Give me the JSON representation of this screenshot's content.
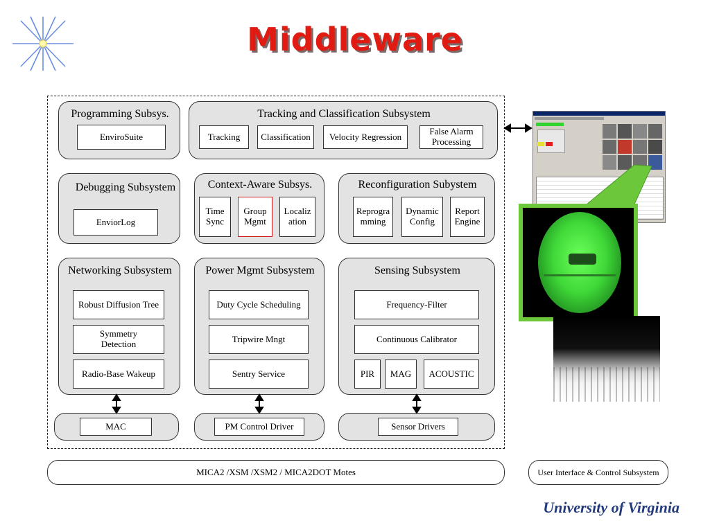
{
  "title": "Middleware",
  "programming": {
    "title": "Programming Subsys.",
    "items": [
      "EnviroSuite"
    ]
  },
  "tracking": {
    "title": "Tracking and Classification Subsystem",
    "items": [
      "Tracking",
      "Classification",
      "Velocity Regression",
      "False Alarm\nProcessing"
    ]
  },
  "debugging": {
    "title": "Debugging Subsystem",
    "items": [
      "EnviorLog"
    ]
  },
  "context": {
    "title": "Context-Aware Subsys.",
    "items": [
      "Time\nSync",
      "Group\nMgmt",
      "Localiz\nation"
    ]
  },
  "reconfig": {
    "title": "Reconfiguration Subystem",
    "items": [
      "Reprogra\nmming",
      "Dynamic\nConfig",
      "Report\nEngine"
    ]
  },
  "networking": {
    "title": "Networking Subsystem",
    "items": [
      "Robust Diffusion Tree",
      "Symmetry\nDetection",
      "Radio-Base Wakeup"
    ]
  },
  "power": {
    "title": "Power Mgmt Subsystem",
    "items": [
      "Duty Cycle Scheduling",
      "Tripwire Mngt",
      "Sentry Service"
    ]
  },
  "sensing": {
    "title": "Sensing Subsystem",
    "items": [
      "Frequency-Filter",
      "Continuous Calibrator",
      "PIR",
      "MAG",
      "ACOUSTIC"
    ]
  },
  "drivers": [
    "MAC",
    "PM Control Driver",
    "Sensor Drivers"
  ],
  "motes": "MICA2 /XSM /XSM2 / MICA2DOT Motes",
  "ui_subsystem": "User Interface & Control Subsystem",
  "footer": "University of Virginia",
  "colors": {
    "title": "#e11a12",
    "panel": "#e3e3e3",
    "highlight": "#d21b1b",
    "nightvision": "#4fe04a",
    "footer": "#233a7a"
  }
}
